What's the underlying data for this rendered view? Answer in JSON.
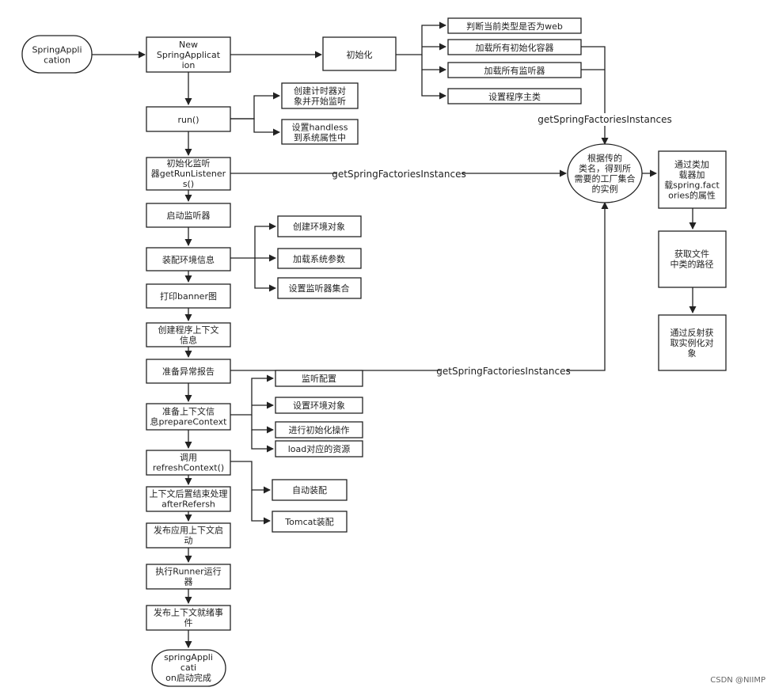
{
  "nodes": {
    "start": "SpringApplication",
    "new_app": "New SpringApplication",
    "init": "初始化",
    "judge_web": "判断当前类型是否为web",
    "load_initializers": "加载所有初始化容器",
    "load_listeners": "加载所有监听器",
    "set_main_class": "设置程序主类",
    "run": "run()",
    "create_timer": "创建计时器对象并开始监听",
    "set_headless": "设置handless到系统属性中",
    "get_run_listeners": "初始化监听器getRunListeners()",
    "start_listeners": "启动监听器",
    "prepare_env": "装配环境信息",
    "create_env": "创建环境对象",
    "load_sys_params": "加载系统参数",
    "set_listener_set": "设置监听器集合",
    "print_banner": "打印banner图",
    "create_context": "创建程序上下文信息",
    "prepare_exception": "准备异常报告",
    "prepare_context": "准备上下文信息prepareContext",
    "listen_config": "监听配置",
    "set_env_obj": "设置环境对象",
    "do_init": "进行初始化操作",
    "load_resources": "load对应的资源",
    "refresh_context": "调用refreshContext()",
    "auto_config": "自动装配",
    "tomcat": "Tomcat装配",
    "after_refresh": "上下文后置结束处理afterRefersh",
    "publish_started": "发布应用上下文启动",
    "exec_runner": "执行Runner运行器",
    "publish_ready": "发布上下文就绪事件",
    "end": "springApplication启动完成",
    "factory_set": "根据传的类名，得到所需要的工厂集合的实例",
    "load_factories": "通过类加载器加载spring.factories的属性",
    "get_path": "获取文件中类的路径",
    "reflect": "通过反射获取实例化对象"
  },
  "edge_labels": {
    "gsfi_top": "getSpringFactoriesInstances",
    "gsfi_mid": "getSpringFactoriesInstances",
    "gsfi_bottom": "getSpringFactoriesInstances"
  },
  "watermark": "CSDN @NIIMP"
}
